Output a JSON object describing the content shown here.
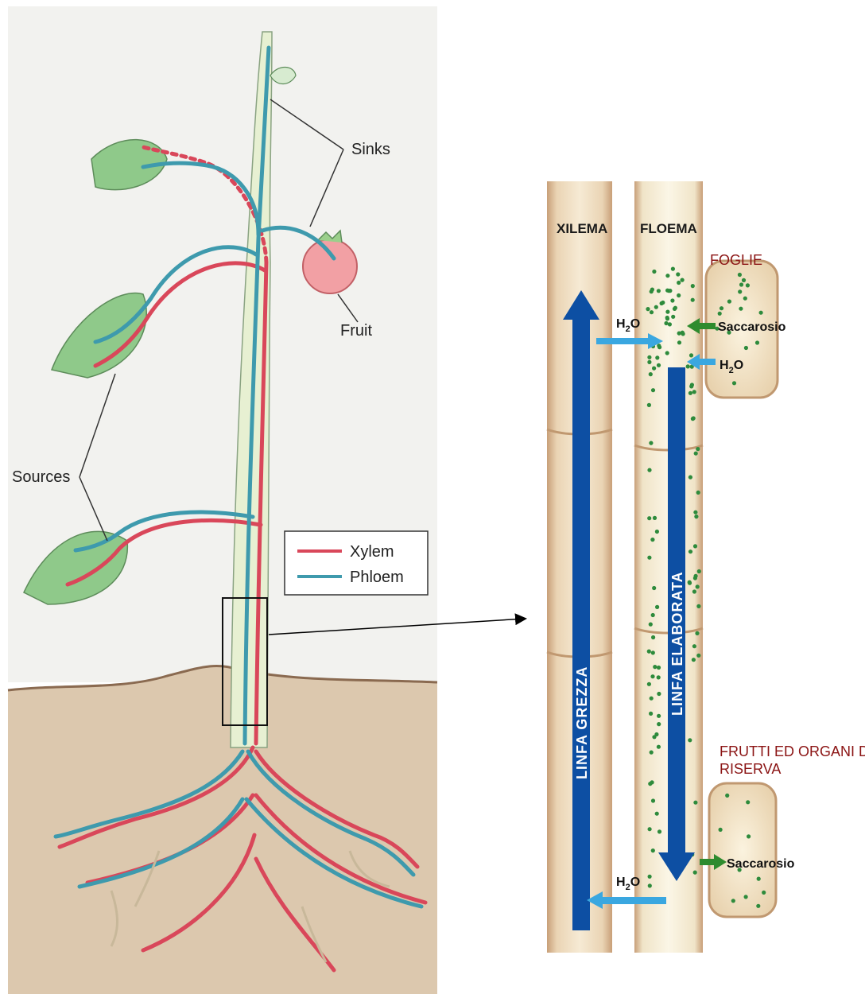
{
  "plant": {
    "labels": {
      "sinks": "Sinks",
      "fruit": "Fruit",
      "sources": "Sources"
    },
    "legend": {
      "xylem": "Xylem",
      "phloem": "Phloem"
    }
  },
  "vessels": {
    "xilema": "XILEMA",
    "floema": "FLOEMA",
    "foglie": "FOGLIE",
    "frutti_line1": "FRUTTI ED ORGANI DI",
    "frutti_line2": "RISERVA",
    "saccarosio_top": "Saccarosio",
    "saccarosio_bottom": "Saccarosio",
    "h2o_xylem_to_phloem": "H",
    "h2o_leaf": "H",
    "h2o_return": "H",
    "water_sub": "2",
    "water_o": "O",
    "linfa_grezza": "LINFA GREZZA",
    "linfa_elaborata": "LINFA ELABORATA"
  },
  "colors": {
    "xylem": "#d9475a",
    "phloem": "#3e9aad",
    "leaf": "#8fc98a",
    "soil": "#d9c4ab",
    "flow_arrow": "#0d4fa3",
    "water_arrow": "#3aa7e0",
    "sucrose_arrow": "#2e8b2e",
    "sugar_dot": "#2e8b3c"
  }
}
